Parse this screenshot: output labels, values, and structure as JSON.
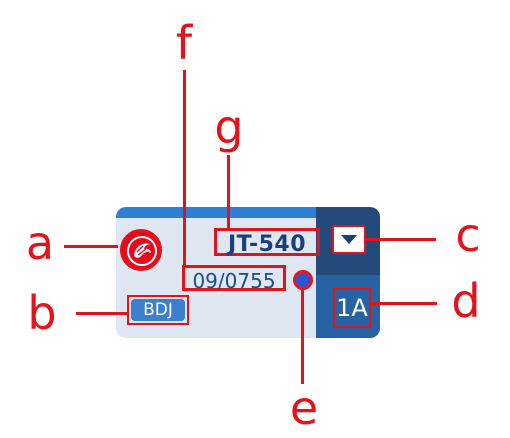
{
  "flight_card": {
    "flight_number": "JT-540",
    "date_time": "09/0755",
    "origin_airport": "BDJ",
    "seat": "1A",
    "logo": "lion-air-logo-icon",
    "dropdown": "chevron-down-icon",
    "status_indicator": "status-dot"
  },
  "callouts": {
    "a": "a",
    "b": "b",
    "c": "c",
    "d": "d",
    "e": "e",
    "f": "f",
    "g": "g"
  },
  "colors": {
    "card_bg": "#dfe7f2",
    "card_accent": "#2f7fd3",
    "side_dark": "#234a7a",
    "side_mid": "#2762a3",
    "highlight_red": "#e3131c",
    "logo_red": "#e30c1e"
  }
}
